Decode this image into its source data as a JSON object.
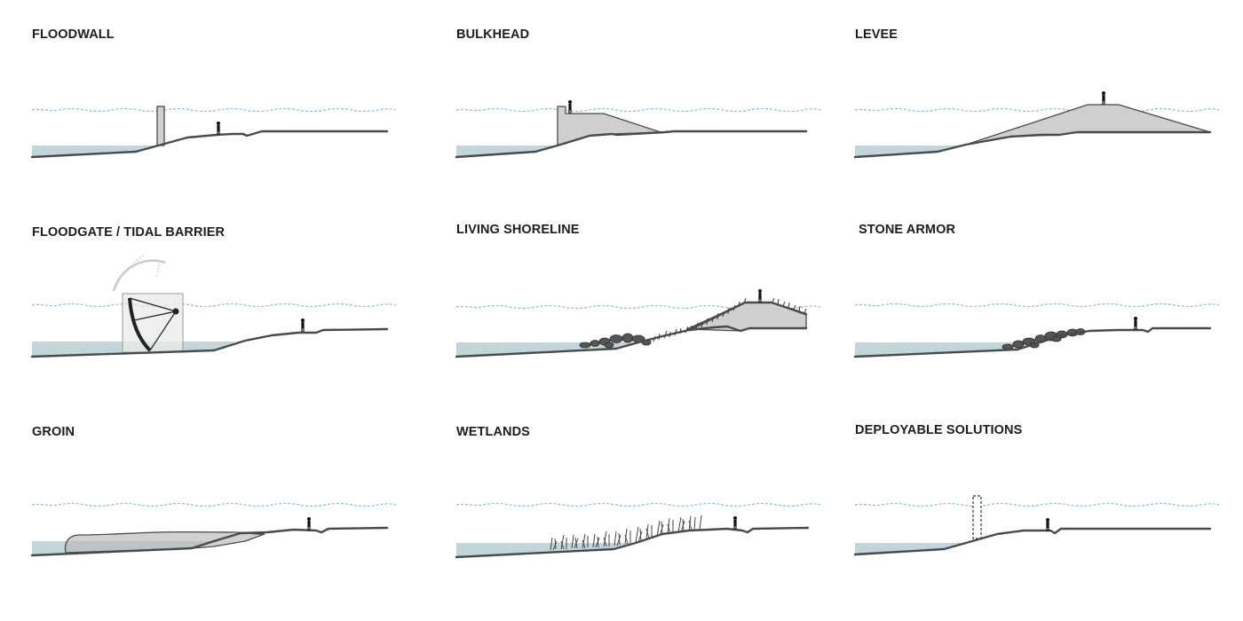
{
  "panels": [
    {
      "title": "FLOODWALL",
      "type": "floodwall"
    },
    {
      "title": "BULKHEAD",
      "type": "bulkhead"
    },
    {
      "title": "LEVEE",
      "type": "levee"
    },
    {
      "title": "FLOODGATE / TIDAL BARRIER",
      "type": "floodgate"
    },
    {
      "title": "LIVING SHORELINE",
      "type": "living-shoreline"
    },
    {
      "title": "STONE ARMOR",
      "type": "stone-armor"
    },
    {
      "title": "GROIN",
      "type": "groin"
    },
    {
      "title": "WETLANDS",
      "type": "wetlands"
    },
    {
      "title": "DEPLOYABLE SOLUTIONS",
      "type": "deployable"
    }
  ],
  "colors": {
    "water": "#c2d6d9",
    "flood_line": "#8fc0dc",
    "ground_line": "#4a4a4a",
    "structure_fill": "#cfcfcf",
    "person": "#111111"
  }
}
